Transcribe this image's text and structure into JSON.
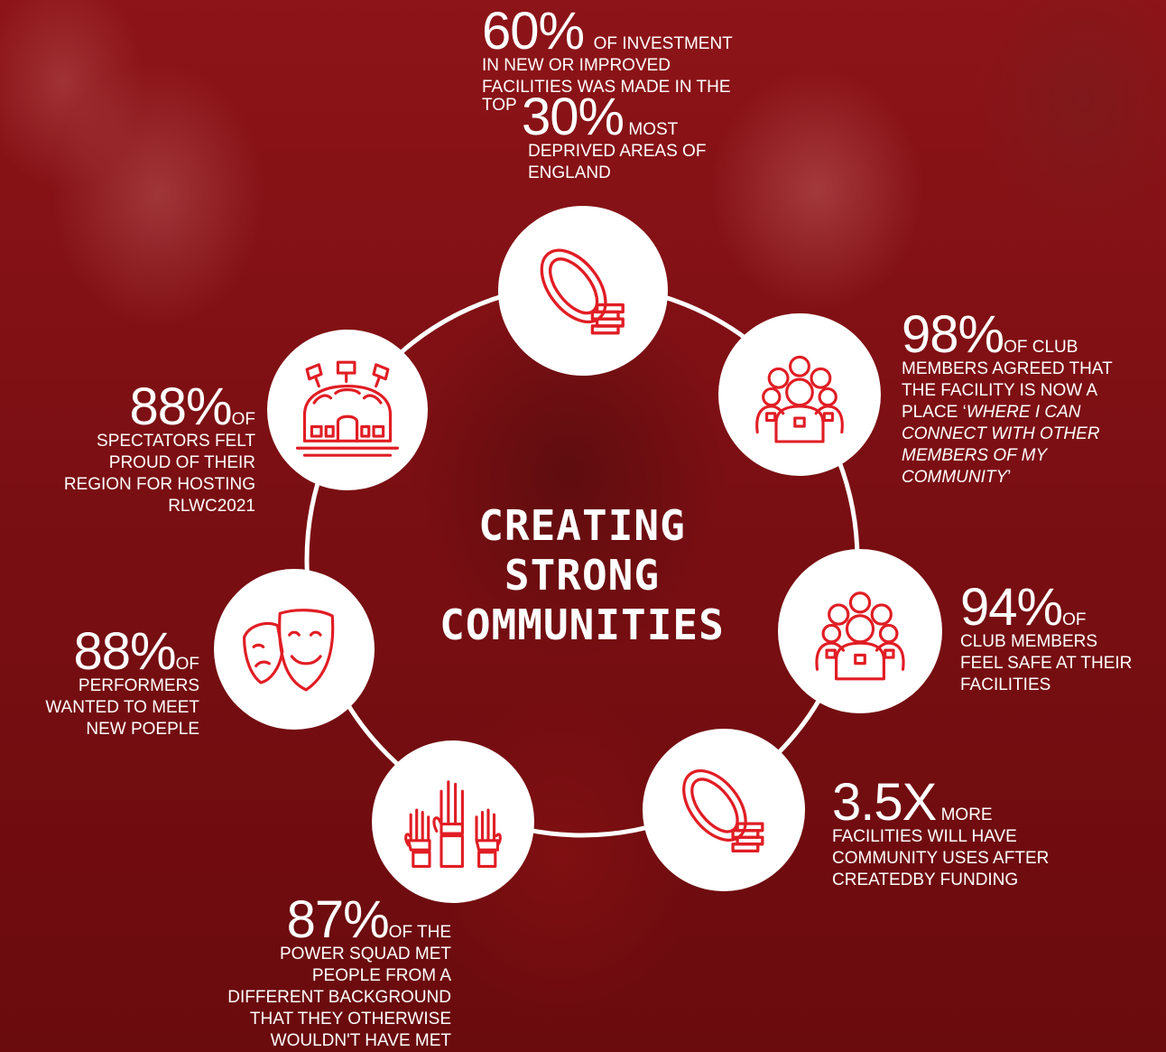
{
  "title": {
    "line1": "CREATING",
    "line2": "STRONG",
    "line3": "COMMUNITIES"
  },
  "icons": [
    "rugby-ball-icon",
    "community-group-icon",
    "community-group-icon",
    "rugby-ball-icon",
    "raised-hands-icon",
    "theatre-masks-icon",
    "stadium-icon"
  ],
  "stats": {
    "investment": {
      "value": "60%",
      "text1": "OF INVESTMENT",
      "line2": "IN NEW OR IMPROVED",
      "line3": "FACILITIES WAS MADE IN THE",
      "top": "TOP",
      "value2": "30%",
      "text2": "MOST",
      "line5": "DEPRIVED AREAS OF",
      "line6": "ENGLAND"
    },
    "connect": {
      "value": "98%",
      "text": "OF CLUB",
      "line2": "MEMBERS AGREED THAT",
      "line3": "THE FACILITY IS NOW A",
      "line4a": "PLACE ‘",
      "line4b": "WHERE I CAN",
      "line5": "CONNECT WITH OTHER",
      "line6": "MEMBERS OF MY",
      "line7a": "COMMUNITY",
      "line7b": "’"
    },
    "safe": {
      "value": "94%",
      "text": "OF",
      "line2": "CLUB MEMBERS",
      "line3": "FEEL SAFE AT THEIR",
      "line4": "FACILITIES"
    },
    "facilities": {
      "value": "3.5X",
      "text": "MORE",
      "line2": "FACILITIES WILL HAVE",
      "line3": "COMMUNITY USES AFTER",
      "line4": "CREATEDBY FUNDING"
    },
    "power_squad": {
      "value": "87%",
      "text": "OF THE",
      "line2": "POWER SQUAD MET",
      "line3": "PEOPLE FROM A",
      "line4": "DIFFERENT BACKGROUND",
      "line5": "THAT THEY OTHERWISE",
      "line6": "WOULDN'T HAVE MET"
    },
    "performers": {
      "value": "88%",
      "text": "OF",
      "line2": "PERFORMERS",
      "line3": "WANTED TO MEET",
      "line4": "NEW POEPLE"
    },
    "spectators": {
      "value": "88%",
      "text": "OF",
      "line2": "SPECTATORS FELT",
      "line3": "PROUD OF THEIR",
      "line4": "REGION FOR HOSTING",
      "line5": "RLWC2021"
    }
  },
  "colors": {
    "accent": "#e11d24",
    "background": "#7b0f13",
    "text": "#ffffff"
  }
}
